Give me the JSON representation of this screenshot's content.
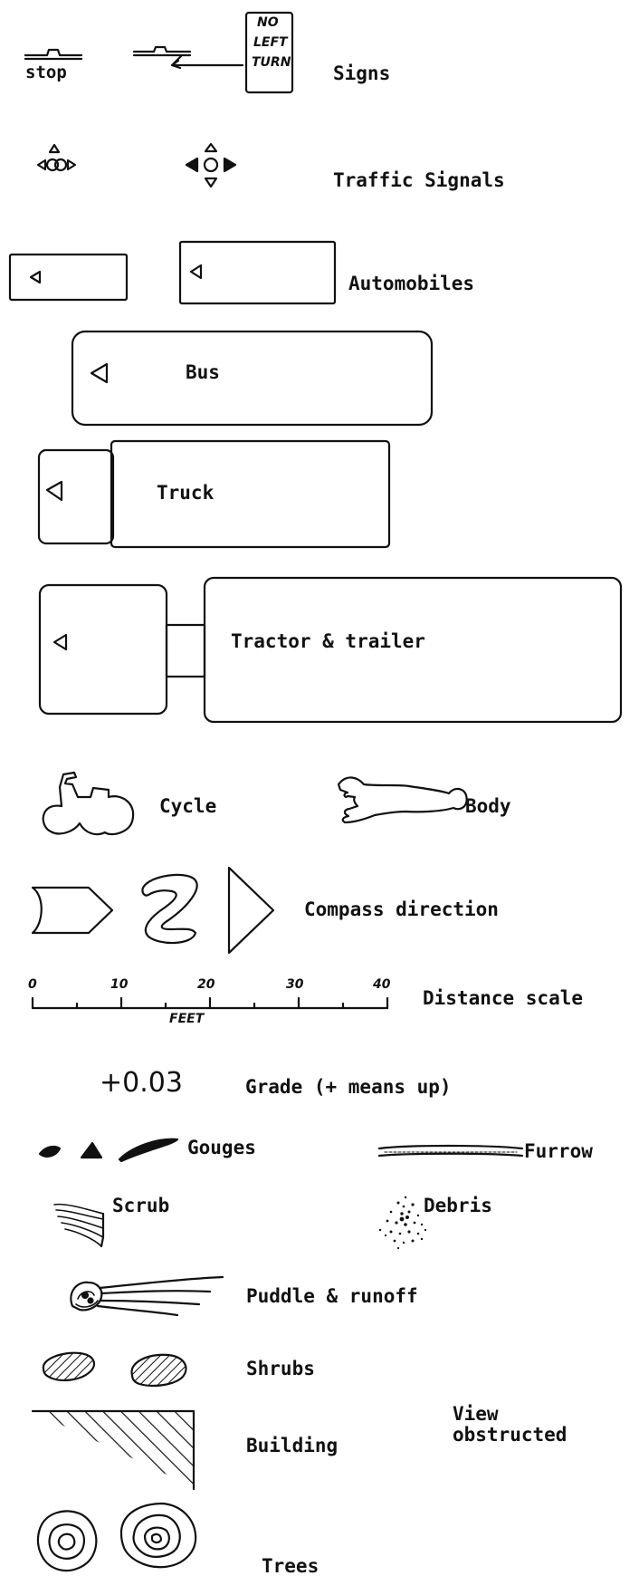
{
  "legend": {
    "signs": {
      "label": "Signs",
      "stop_text": "stop",
      "sign_text": [
        "NO",
        "LEFT",
        "TURN"
      ]
    },
    "traffic_signals": {
      "label": "Traffic Signals"
    },
    "automobiles": {
      "label": "Automobiles"
    },
    "bus": {
      "label": "Bus"
    },
    "truck": {
      "label": "Truck"
    },
    "tractor_trailer": {
      "label": "Tractor & trailer"
    },
    "cycle": {
      "label": "Cycle"
    },
    "body": {
      "label": "Body"
    },
    "compass": {
      "label": "Compass direction"
    },
    "distance_scale": {
      "label": "Distance scale",
      "ticks": [
        "0",
        "10",
        "20",
        "30",
        "40"
      ],
      "unit": "FEET"
    },
    "grade": {
      "value": "+0.03",
      "label": "Grade (+ means up)"
    },
    "gouges": {
      "label": "Gouges"
    },
    "furrow": {
      "label": "Furrow"
    },
    "scrub": {
      "label": "Scrub"
    },
    "debris": {
      "label": "Debris"
    },
    "puddle": {
      "label": "Puddle & runoff"
    },
    "shrubs": {
      "label": "Shrubs"
    },
    "building": {
      "label": "Building"
    },
    "view_obstructed": {
      "label": "View obstructed"
    },
    "trees": {
      "label": "Trees"
    }
  }
}
